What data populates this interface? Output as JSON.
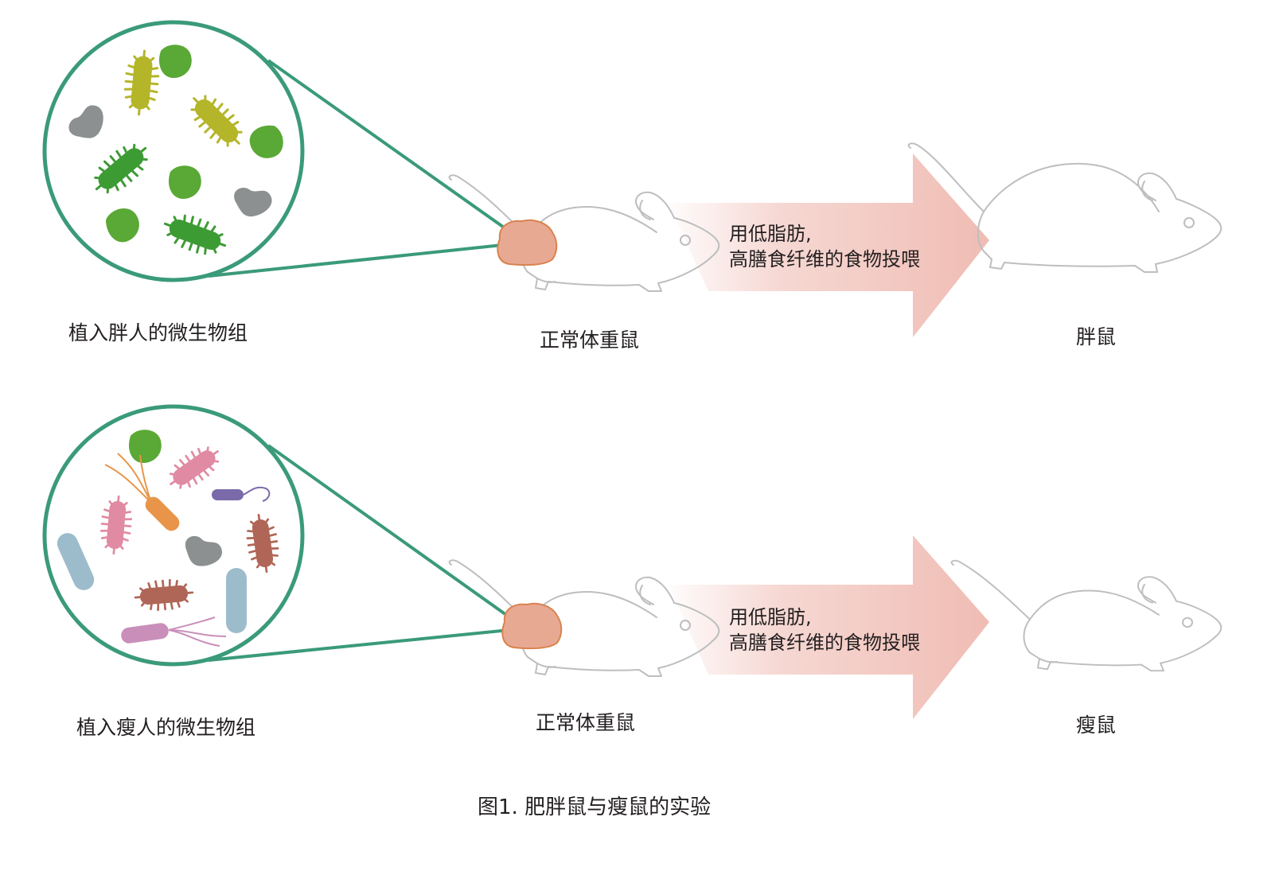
{
  "rows": [
    {
      "microbiome_label": "植入胖人的微生物组",
      "mouse_before_label": "正常体重鼠",
      "diet_line1": "用低脂肪,",
      "diet_line2": "高膳食纤维的食物投喂",
      "mouse_after_label": "胖鼠"
    },
    {
      "microbiome_label": "植入瘦人的微生物组",
      "mouse_before_label": "正常体重鼠",
      "diet_line1": "用低脂肪,",
      "diet_line2": "高膳食纤维的食物投喂",
      "mouse_after_label": "瘦鼠"
    }
  ],
  "caption": "图1. 肥胖鼠与瘦鼠的实验",
  "colors": {
    "circle_stroke": "#3a9a7a",
    "arrow_fill": "#f2c6bf",
    "gut_fill": "#e8a993",
    "gut_stroke": "#d9834f",
    "mouse_stroke": "#bcbec0",
    "bacteria_green": "#5aa835",
    "bacteria_olive": "#b5b52a",
    "bacteria_gray": "#8c9091",
    "bacteria_pink": "#e08aa3",
    "bacteria_orange": "#e8954a",
    "bacteria_brown": "#b06656",
    "bacteria_blue": "#9dbccb",
    "bacteria_purple": "#7a6aaa"
  }
}
